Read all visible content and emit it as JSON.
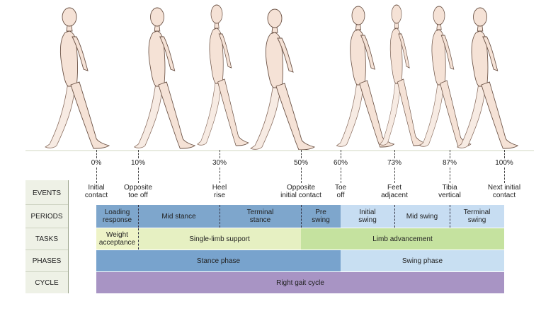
{
  "colors": {
    "stance_period": "#7ea6cc",
    "swing_period": "#c7ddf2",
    "weight_acceptance": "#eef3c7",
    "single_limb": "#e6f0c2",
    "limb_advancement": "#c5e29f",
    "stance_phase": "#78a3cd",
    "swing_phase": "#c8dff2",
    "cycle": "#a894c4",
    "figure_skin": "#f5e2d6",
    "figure_outline": "#6b5245"
  },
  "percent_marks": [
    "0%",
    "10%",
    "30%",
    "50%",
    "60%",
    "73%",
    "87%",
    "100%"
  ],
  "row_labels": {
    "events": "EVENTS",
    "periods": "PERIODS",
    "tasks": "TASKS",
    "phases": "PHASES",
    "cycle": "CYCLE"
  },
  "events": [
    [
      "Initial",
      "contact"
    ],
    [
      "Opposite",
      "toe off"
    ],
    [
      "Heel",
      "rise"
    ],
    [
      "Opposite",
      "initial contact"
    ],
    [
      "Toe",
      "off"
    ],
    [
      "Feet",
      "adjacent"
    ],
    [
      "Tibia",
      "vertical"
    ],
    [
      "Next initial",
      "contact"
    ]
  ],
  "periods": [
    [
      "Loading",
      "response"
    ],
    [
      "Mid stance"
    ],
    [
      "Terminal",
      "stance"
    ],
    [
      "Pre",
      "swing"
    ],
    [
      "Initial",
      "swing"
    ],
    [
      "Mid swing"
    ],
    [
      "Terminal",
      "swing"
    ]
  ],
  "tasks": [
    [
      "Weight",
      "acceptance"
    ],
    [
      "Single-limb support"
    ],
    [
      "Limb advancement"
    ]
  ],
  "phases": [
    "Stance phase",
    "Swing phase"
  ],
  "cycle": "Right gait cycle"
}
